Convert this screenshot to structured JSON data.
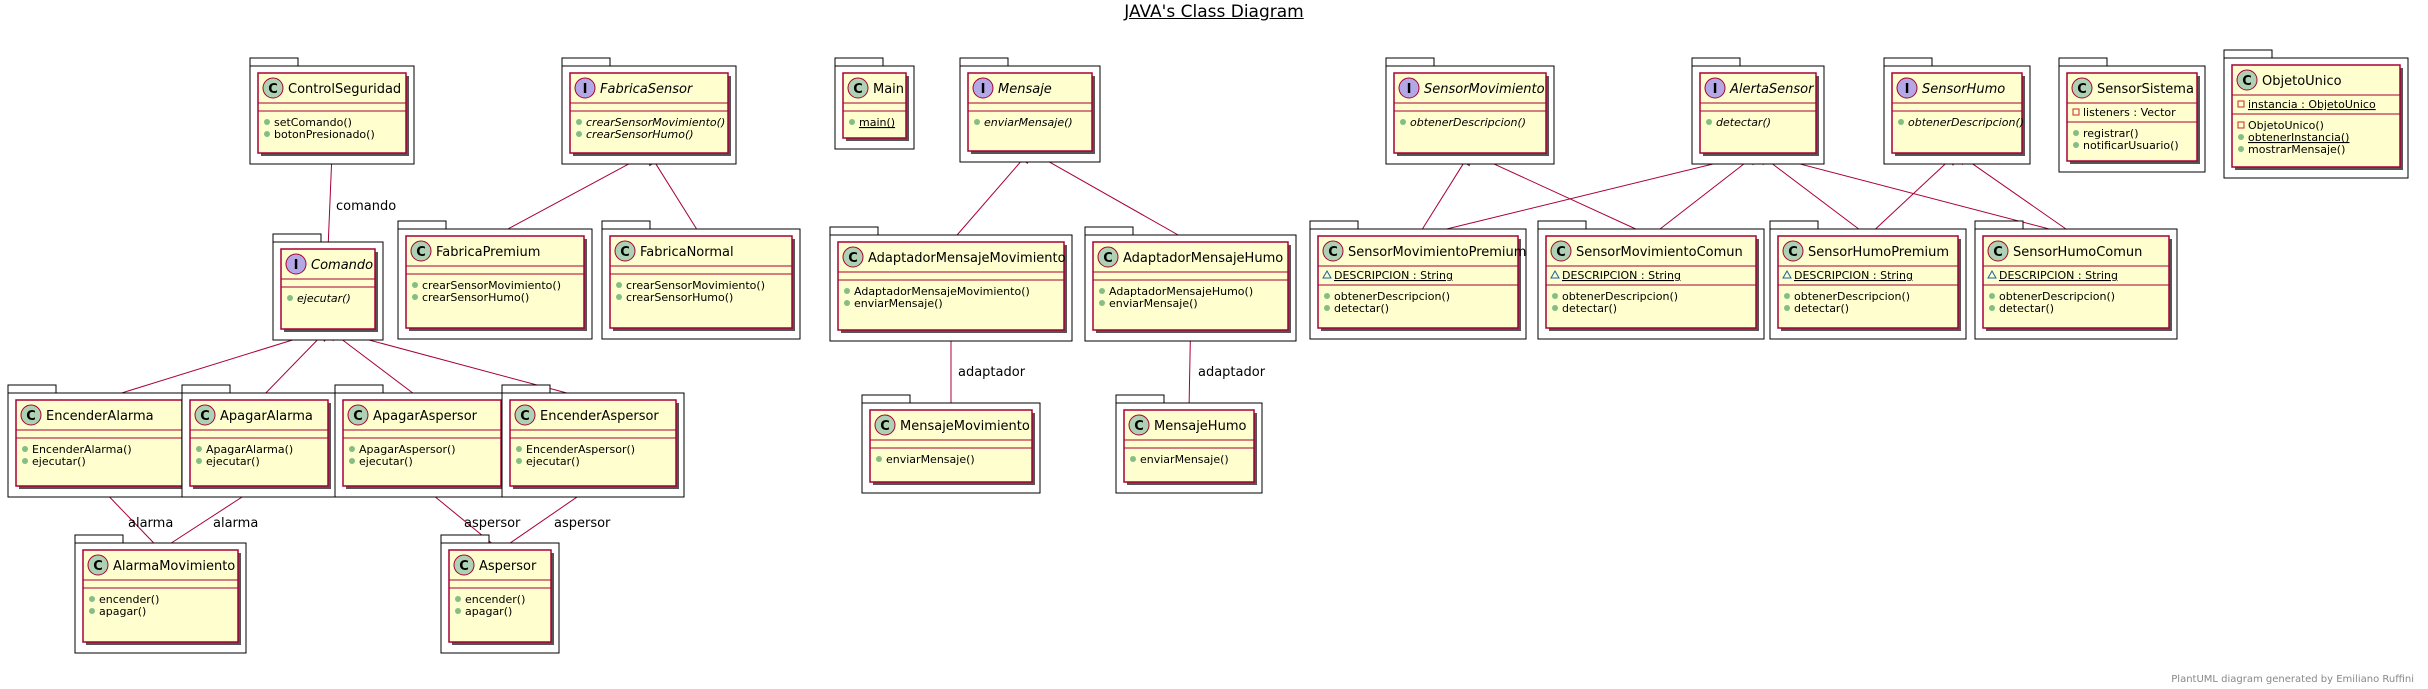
{
  "diagram": {
    "title": "JAVA's Class Diagram",
    "footer": "PlantUML diagram generated by Emiliano Ruffini"
  },
  "colors": {
    "class_fill": "#fefece",
    "class_border": "#a80036",
    "edge": "#a80036",
    "class_circle": "#add1b2",
    "interface_circle": "#b4a7e5",
    "member_public": "#84be84",
    "member_private": "#c82930",
    "member_package": "#1963a0"
  },
  "classes": [
    {
      "id": "ControlSeguridad",
      "name": "ControlSeguridad",
      "kind": "class",
      "members": [
        {
          "vis": "public",
          "text": "setComando()"
        },
        {
          "vis": "public",
          "text": "botonPresionado()"
        }
      ]
    },
    {
      "id": "FabricaSensor",
      "name": "FabricaSensor",
      "kind": "interface",
      "members": [
        {
          "vis": "public",
          "text": "crearSensorMovimiento()",
          "italic": true
        },
        {
          "vis": "public",
          "text": "crearSensorHumo()",
          "italic": true
        }
      ]
    },
    {
      "id": "Main",
      "name": "Main",
      "kind": "class",
      "members": [
        {
          "vis": "public",
          "text": "main()",
          "underline": true
        }
      ]
    },
    {
      "id": "Mensaje",
      "name": "Mensaje",
      "kind": "interface",
      "members": [
        {
          "vis": "public",
          "text": "enviarMensaje()",
          "italic": true
        }
      ]
    },
    {
      "id": "SensorMovimiento",
      "name": "SensorMovimiento",
      "kind": "interface",
      "members": [
        {
          "vis": "public",
          "text": "obtenerDescripcion()",
          "italic": true
        }
      ]
    },
    {
      "id": "AlertaSensor",
      "name": "AlertaSensor",
      "kind": "interface",
      "members": [
        {
          "vis": "public",
          "text": "detectar()",
          "italic": true
        }
      ]
    },
    {
      "id": "SensorHumo",
      "name": "SensorHumo",
      "kind": "interface",
      "members": [
        {
          "vis": "public",
          "text": "obtenerDescripcion()",
          "italic": true
        }
      ]
    },
    {
      "id": "SensorSistema",
      "name": "SensorSistema",
      "kind": "class",
      "fields": [
        {
          "vis": "private",
          "text": "listeners : Vector"
        }
      ],
      "members": [
        {
          "vis": "public",
          "text": "registrar()"
        },
        {
          "vis": "public",
          "text": "notificarUsuario()"
        }
      ]
    },
    {
      "id": "ObjetoUnico",
      "name": "ObjetoUnico",
      "kind": "class",
      "fields": [
        {
          "vis": "private",
          "text": "instancia : ObjetoUnico",
          "underline": true
        }
      ],
      "members": [
        {
          "vis": "private",
          "text": "ObjetoUnico()"
        },
        {
          "vis": "public",
          "text": "obtenerInstancia()",
          "underline": true
        },
        {
          "vis": "public",
          "text": "mostrarMensaje()"
        }
      ]
    },
    {
      "id": "Comando",
      "name": "Comando",
      "kind": "interface",
      "members": [
        {
          "vis": "public",
          "text": "ejecutar()",
          "italic": true
        }
      ]
    },
    {
      "id": "FabricaPremium",
      "name": "FabricaPremium",
      "kind": "class",
      "members": [
        {
          "vis": "public",
          "text": "crearSensorMovimiento()"
        },
        {
          "vis": "public",
          "text": "crearSensorHumo()"
        }
      ]
    },
    {
      "id": "FabricaNormal",
      "name": "FabricaNormal",
      "kind": "class",
      "members": [
        {
          "vis": "public",
          "text": "crearSensorMovimiento()"
        },
        {
          "vis": "public",
          "text": "crearSensorHumo()"
        }
      ]
    },
    {
      "id": "AdaptadorMensajeMovimiento",
      "name": "AdaptadorMensajeMovimiento",
      "kind": "class",
      "members": [
        {
          "vis": "public",
          "text": "AdaptadorMensajeMovimiento()"
        },
        {
          "vis": "public",
          "text": "enviarMensaje()"
        }
      ]
    },
    {
      "id": "AdaptadorMensajeHumo",
      "name": "AdaptadorMensajeHumo",
      "kind": "class",
      "members": [
        {
          "vis": "public",
          "text": "AdaptadorMensajeHumo()"
        },
        {
          "vis": "public",
          "text": "enviarMensaje()"
        }
      ]
    },
    {
      "id": "SensorMovimientoPremium",
      "name": "SensorMovimientoPremium",
      "kind": "class",
      "fields": [
        {
          "vis": "package",
          "text": "DESCRIPCION : String",
          "underline": true
        }
      ],
      "members": [
        {
          "vis": "public",
          "text": "obtenerDescripcion()"
        },
        {
          "vis": "public",
          "text": "detectar()"
        }
      ]
    },
    {
      "id": "SensorMovimientoComun",
      "name": "SensorMovimientoComun",
      "kind": "class",
      "fields": [
        {
          "vis": "package",
          "text": "DESCRIPCION : String",
          "underline": true
        }
      ],
      "members": [
        {
          "vis": "public",
          "text": "obtenerDescripcion()"
        },
        {
          "vis": "public",
          "text": "detectar()"
        }
      ]
    },
    {
      "id": "SensorHumoPremium",
      "name": "SensorHumoPremium",
      "kind": "class",
      "fields": [
        {
          "vis": "package",
          "text": "DESCRIPCION : String",
          "underline": true
        }
      ],
      "members": [
        {
          "vis": "public",
          "text": "obtenerDescripcion()"
        },
        {
          "vis": "public",
          "text": "detectar()"
        }
      ]
    },
    {
      "id": "SensorHumoComun",
      "name": "SensorHumoComun",
      "kind": "class",
      "fields": [
        {
          "vis": "package",
          "text": "DESCRIPCION : String",
          "underline": true
        }
      ],
      "members": [
        {
          "vis": "public",
          "text": "obtenerDescripcion()"
        },
        {
          "vis": "public",
          "text": "detectar()"
        }
      ]
    },
    {
      "id": "EncenderAlarma",
      "name": "EncenderAlarma",
      "kind": "class",
      "members": [
        {
          "vis": "public",
          "text": "EncenderAlarma()"
        },
        {
          "vis": "public",
          "text": "ejecutar()"
        }
      ]
    },
    {
      "id": "ApagarAlarma",
      "name": "ApagarAlarma",
      "kind": "class",
      "members": [
        {
          "vis": "public",
          "text": "ApagarAlarma()"
        },
        {
          "vis": "public",
          "text": "ejecutar()"
        }
      ]
    },
    {
      "id": "ApagarAspersor",
      "name": "ApagarAspersor",
      "kind": "class",
      "members": [
        {
          "vis": "public",
          "text": "ApagarAspersor()"
        },
        {
          "vis": "public",
          "text": "ejecutar()"
        }
      ]
    },
    {
      "id": "EncenderAspersor",
      "name": "EncenderAspersor",
      "kind": "class",
      "members": [
        {
          "vis": "public",
          "text": "EncenderAspersor()"
        },
        {
          "vis": "public",
          "text": "ejecutar()"
        }
      ]
    },
    {
      "id": "MensajeMovimiento",
      "name": "MensajeMovimiento",
      "kind": "class",
      "members": [
        {
          "vis": "public",
          "text": "enviarMensaje()"
        }
      ]
    },
    {
      "id": "MensajeHumo",
      "name": "MensajeHumo",
      "kind": "class",
      "members": [
        {
          "vis": "public",
          "text": "enviarMensaje()"
        }
      ]
    },
    {
      "id": "AlarmaMovimiento",
      "name": "AlarmaMovimiento",
      "kind": "class",
      "members": [
        {
          "vis": "public",
          "text": "encender()"
        },
        {
          "vis": "public",
          "text": "apagar()"
        }
      ]
    },
    {
      "id": "Aspersor",
      "name": "Aspersor",
      "kind": "class",
      "members": [
        {
          "vis": "public",
          "text": "encender()"
        },
        {
          "vis": "public",
          "text": "apagar()"
        }
      ]
    }
  ],
  "relations": [
    {
      "from": "ControlSeguridad",
      "to": "Comando",
      "type": "aggregation",
      "label": "comando"
    },
    {
      "from": "FabricaSensor",
      "to": "FabricaPremium",
      "type": "inheritance"
    },
    {
      "from": "FabricaSensor",
      "to": "FabricaNormal",
      "type": "inheritance"
    },
    {
      "from": "Mensaje",
      "to": "AdaptadorMensajeMovimiento",
      "type": "inheritance"
    },
    {
      "from": "Mensaje",
      "to": "AdaptadorMensajeHumo",
      "type": "inheritance"
    },
    {
      "from": "SensorMovimiento",
      "to": "SensorMovimientoPremium",
      "type": "inheritance"
    },
    {
      "from": "SensorMovimiento",
      "to": "SensorMovimientoComun",
      "type": "inheritance"
    },
    {
      "from": "AlertaSensor",
      "to": "SensorMovimientoPremium",
      "type": "inheritance"
    },
    {
      "from": "AlertaSensor",
      "to": "SensorMovimientoComun",
      "type": "inheritance"
    },
    {
      "from": "AlertaSensor",
      "to": "SensorHumoPremium",
      "type": "inheritance"
    },
    {
      "from": "AlertaSensor",
      "to": "SensorHumoComun",
      "type": "inheritance"
    },
    {
      "from": "SensorHumo",
      "to": "SensorHumoPremium",
      "type": "inheritance"
    },
    {
      "from": "SensorHumo",
      "to": "SensorHumoComun",
      "type": "inheritance"
    },
    {
      "from": "Comando",
      "to": "EncenderAlarma",
      "type": "inheritance"
    },
    {
      "from": "Comando",
      "to": "ApagarAlarma",
      "type": "inheritance"
    },
    {
      "from": "Comando",
      "to": "ApagarAspersor",
      "type": "inheritance"
    },
    {
      "from": "Comando",
      "to": "EncenderAspersor",
      "type": "inheritance"
    },
    {
      "from": "AdaptadorMensajeMovimiento",
      "to": "MensajeMovimiento",
      "type": "aggregation",
      "label": "adaptador"
    },
    {
      "from": "AdaptadorMensajeHumo",
      "to": "MensajeHumo",
      "type": "aggregation",
      "label": "adaptador"
    },
    {
      "from": "EncenderAlarma",
      "to": "AlarmaMovimiento",
      "type": "aggregation",
      "label": "alarma"
    },
    {
      "from": "ApagarAlarma",
      "to": "AlarmaMovimiento",
      "type": "aggregation",
      "label": "alarma"
    },
    {
      "from": "ApagarAspersor",
      "to": "Aspersor",
      "type": "aggregation",
      "label": "aspersor"
    },
    {
      "from": "EncenderAspersor",
      "to": "Aspersor",
      "type": "aggregation",
      "label": "aspersor"
    }
  ]
}
